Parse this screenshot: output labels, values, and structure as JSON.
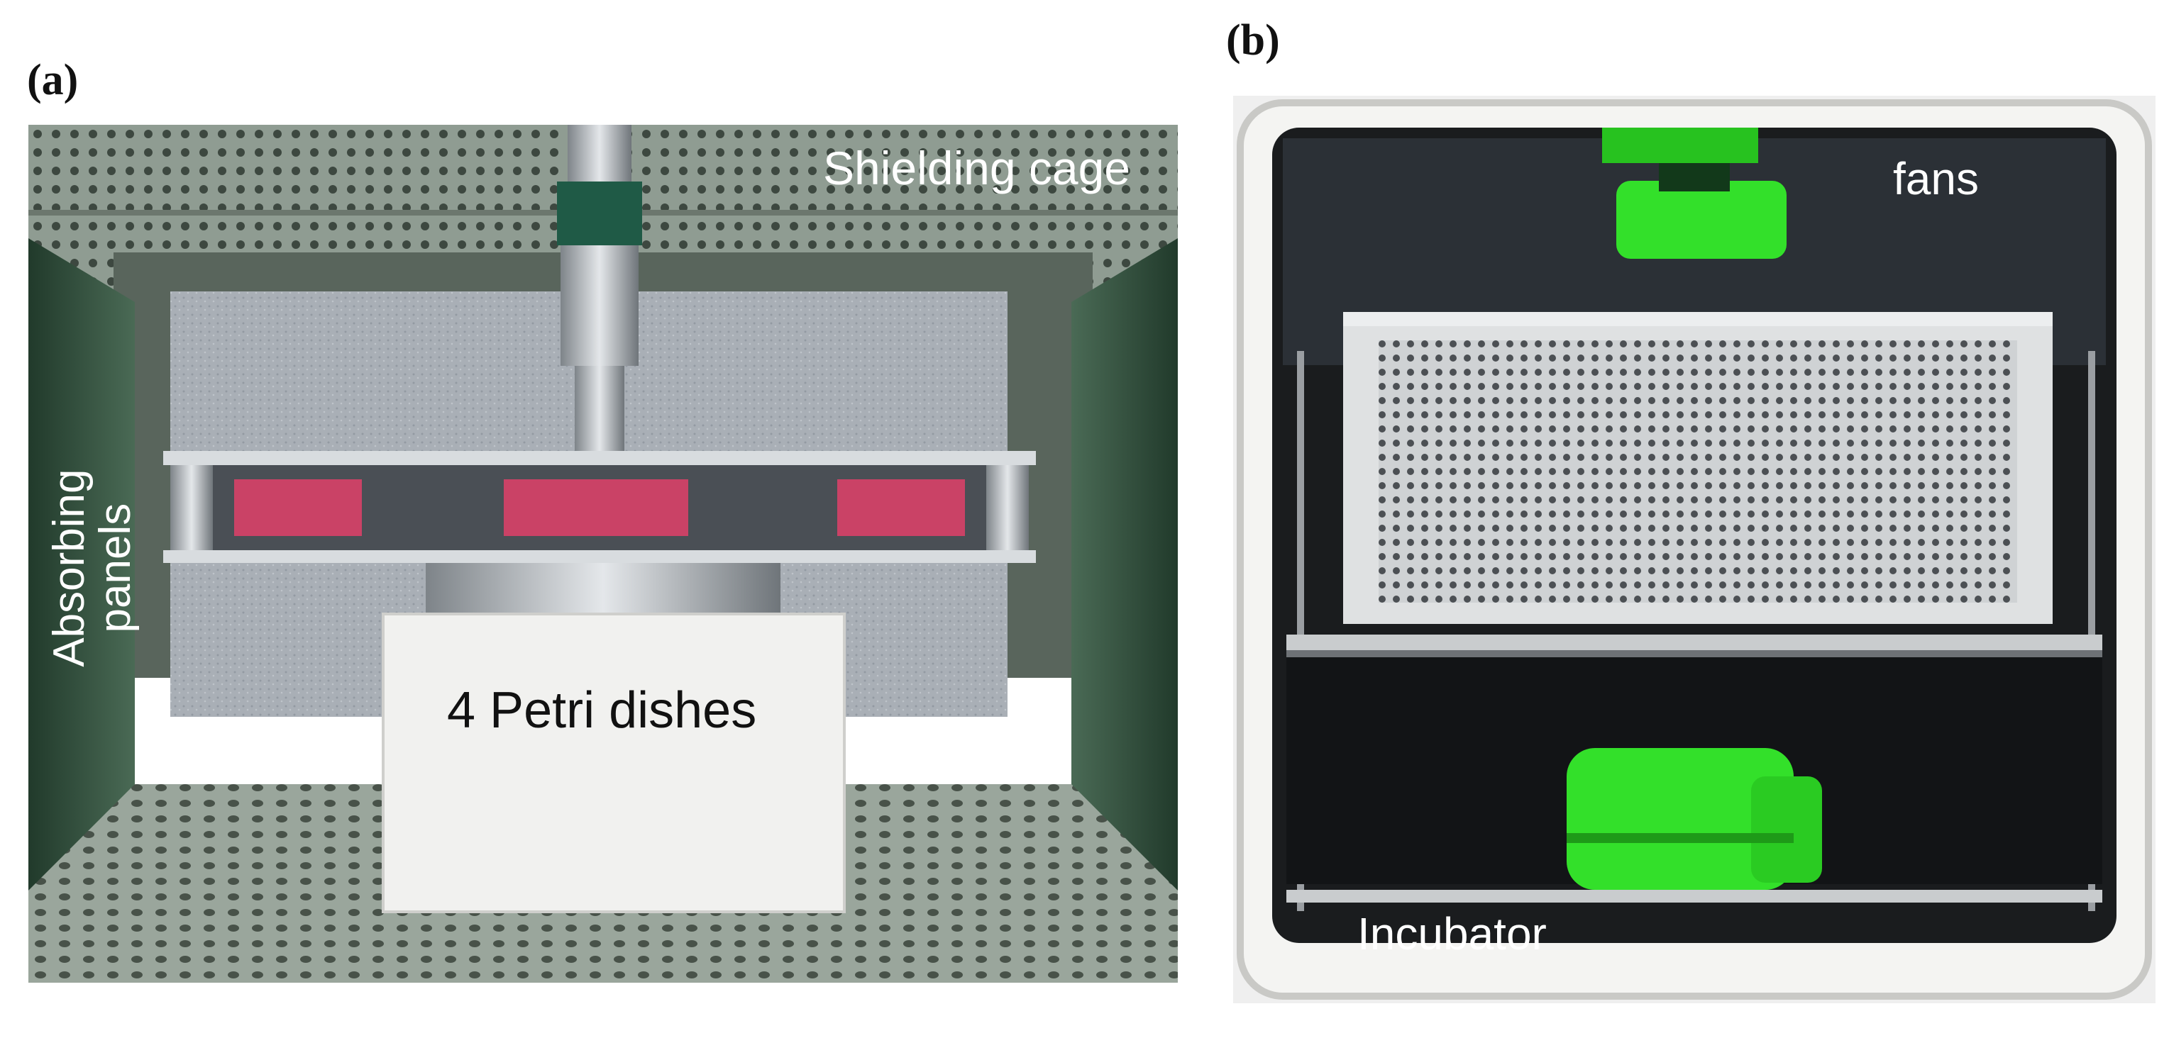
{
  "figure": {
    "panels": [
      {
        "label": "(a)",
        "annotations": {
          "shielding_cage": "Shielding cage",
          "absorbing_panels": "Absorbing panels",
          "petri_dishes": "4 Petri dishes"
        }
      },
      {
        "label": "(b)",
        "annotations": {
          "fans": "fans",
          "incubator": "Incubator"
        }
      }
    ]
  },
  "colors": {
    "cage_mesh": "#8a9a8c",
    "absorber_green": "#3a5a44",
    "foam_gray": "#a9afb6",
    "styrofoam_white": "#f1f1ef",
    "steel": "#b8bcc0",
    "petri_pink": "#e0406a",
    "fan_green": "#33e02a",
    "incubator_frame": "#e6e6e6",
    "incubator_interior": "#1a1c1e"
  }
}
